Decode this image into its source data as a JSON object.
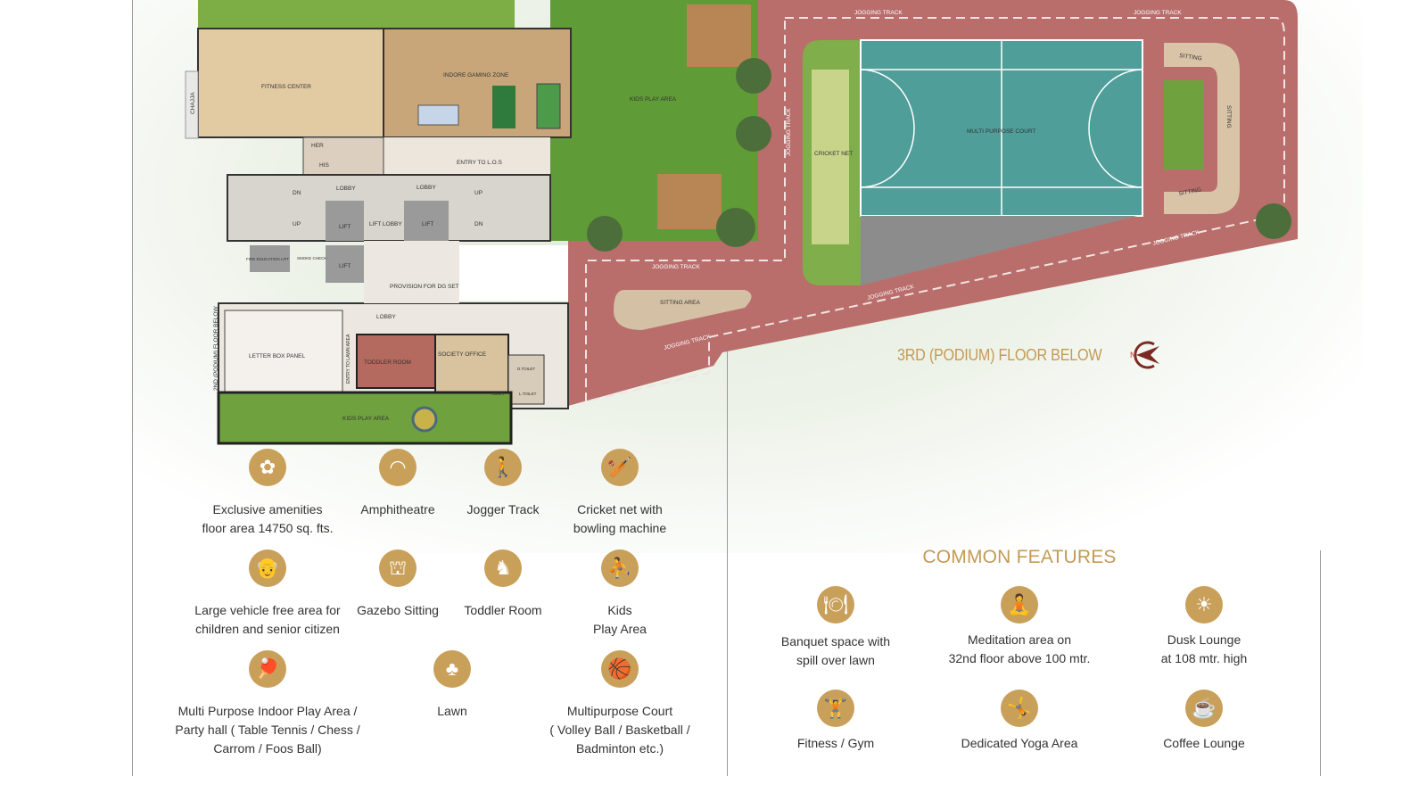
{
  "plan": {
    "rooms": {
      "fitness_center": "FITNESS CENTER",
      "gaming_zone": "INDORE GAMING ZONE",
      "chajja": "CHAJJA",
      "her": "HER",
      "his": "HIS",
      "entry_los": "ENTRY TO L.O.S",
      "lobby": "LOBBY",
      "dn": "DN",
      "up": "UP",
      "lift": "LIFT",
      "lift_lobby": "LIFT LOBBY",
      "fire_lift": "FIRE EDUCATION LIFT",
      "smoke_check": "SMOKE CHECK",
      "dg_set": "PROVISION FOR DG SET",
      "letter_box": "LETTER BOX PANEL",
      "entry_lawn": "ENTRY TO LAWN AREA",
      "floor_below_2nd": "2ND (PODIUM) FLOOR BELOW",
      "toddler_room": "TODDLER ROOM",
      "society_office": "SOCIETY OFFICE",
      "d_toilet": "D.TOILET",
      "l_toilet": "L.TOILET",
      "toilet": "TOILET",
      "kids_play_area": "KIDS PLAY AREA",
      "jogging_track": "JOGGING TRACK",
      "cricket_net": "CRICKET NET",
      "multi_purpose_court": "MULTI PURPOSE COURT",
      "sitting": "SITTING",
      "sitting_area": "SITTING AREA"
    },
    "floor_title": "3RD (PODIUM) FLOOR BELOW",
    "north_label": "N",
    "colors": {
      "track": "#b96e6c",
      "lawn": "#6fa23e",
      "court": "#4f9e9a",
      "gold": "#c9a05a"
    }
  },
  "amenities": [
    {
      "icon": "flower-icon",
      "glyph": "✿",
      "label_lines": [
        "Exclusive amenities",
        "floor area 14750 sq. fts."
      ]
    },
    {
      "icon": "amphitheatre-icon",
      "glyph": "◠",
      "label_lines": [
        "Amphitheatre"
      ]
    },
    {
      "icon": "walking-person-icon",
      "glyph": "🚶",
      "label_lines": [
        "Jogger Track"
      ]
    },
    {
      "icon": "cricket-icon",
      "glyph": "🏏",
      "label_lines": [
        "Cricket net with",
        "bowling machine"
      ]
    },
    {
      "icon": "senior-citizen-icon",
      "glyph": "👴",
      "label_lines": [
        "Large vehicle free area for",
        "children and senior citizen"
      ]
    },
    {
      "icon": "gazebo-icon",
      "glyph": "⛫",
      "label_lines": [
        "Gazebo Sitting"
      ]
    },
    {
      "icon": "rocking-horse-icon",
      "glyph": "♞",
      "label_lines": [
        "Toddler Room"
      ]
    },
    {
      "icon": "slide-icon",
      "glyph": "⛹",
      "label_lines": [
        "Kids",
        "Play Area"
      ]
    },
    {
      "icon": "table-tennis-icon",
      "glyph": "🏓",
      "label_lines": [
        "Multi Purpose Indoor Play Area /",
        "Party hall ( Table Tennis / Chess /",
        "Carrom / Foos Ball)"
      ]
    },
    {
      "icon": "lawn-icon",
      "glyph": "♣",
      "label_lines": [
        "Lawn"
      ]
    },
    {
      "icon": "basketball-icon",
      "glyph": "🏀",
      "label_lines": [
        "Multipurpose Court",
        "( Volley Ball / Basketball /",
        "Badminton etc.)"
      ]
    }
  ],
  "common_features": {
    "heading": "COMMON FEATURES",
    "items": [
      {
        "icon": "banquet-icon",
        "glyph": "🍽",
        "label_lines": [
          "Banquet space with",
          "spill over lawn"
        ]
      },
      {
        "icon": "meditation-icon",
        "glyph": "🧘",
        "label_lines": [
          "Meditation area on",
          "32nd floor above 100 mtr."
        ]
      },
      {
        "icon": "lounge-chair-icon",
        "glyph": "☀",
        "label_lines": [
          "Dusk Lounge",
          "at 108 mtr. high"
        ]
      },
      {
        "icon": "dumbbell-icon",
        "glyph": "🏋",
        "label_lines": [
          "Fitness / Gym"
        ]
      },
      {
        "icon": "yoga-icon",
        "glyph": "🤸",
        "label_lines": [
          "Dedicated Yoga Area"
        ]
      },
      {
        "icon": "coffee-cup-icon",
        "glyph": "☕",
        "label_lines": [
          "Coffee Lounge"
        ]
      }
    ]
  }
}
